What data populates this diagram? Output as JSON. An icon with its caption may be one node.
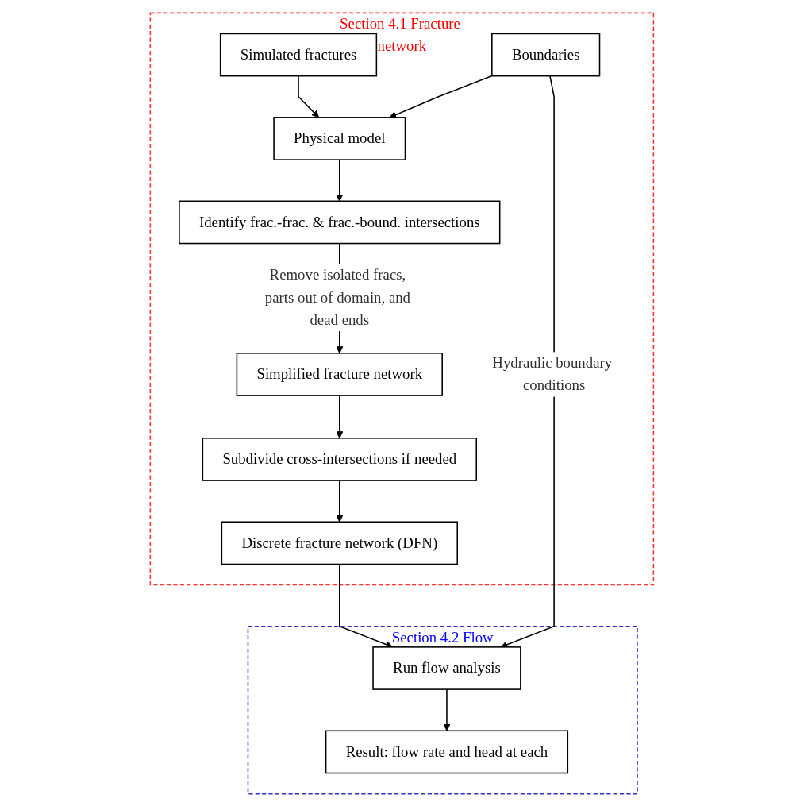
{
  "diagram": {
    "nodes": [
      {
        "text": [
          "Section 4.1 Fracture network"
        ]
      },
      {
        "text": [
          "Simulated fractures"
        ],
        "in": 0
      },
      {
        "text": [
          "Boundaries"
        ],
        "in": 0
      },
      {
        "text": [
          "Physical model"
        ],
        "in": 0
      },
      {
        "text": [
          "Identify frac.-frac. & frac.-bound. intersections"
        ],
        "in": 0
      },
      {
        "text": [
          "Simplified fracture network"
        ],
        "in": 0
      },
      {
        "text": [
          "Subdivide cross-intersections if needed"
        ],
        "in": 0
      },
      {
        "text": [
          "Discrete fracture network (DFN)"
        ],
        "in": 0
      },
      {
        "text": [
          "Section 4.2 Flow"
        ]
      },
      {
        "text": [
          "Run flow analysis"
        ],
        "in": 8
      },
      {
        "text": [
          "Result: flow rate and head at each"
        ],
        "in": 8
      }
    ],
    "edges": [
      {
        "from": 1,
        "to": 3,
        "arrow": "to"
      },
      {
        "from": 2,
        "to": 3,
        "arrow": "to"
      },
      {
        "from": 3,
        "to": 4,
        "arrow": "to"
      },
      {
        "from": 4,
        "to": 5,
        "arrow": "to",
        "label": "Remove isolated fracs, parts out of domain, and dead ends"
      },
      {
        "from": 5,
        "to": 6,
        "arrow": "to"
      },
      {
        "from": 6,
        "to": 7,
        "arrow": "to"
      },
      {
        "from": 7,
        "to": 9,
        "arrow": "to"
      },
      {
        "from": 2,
        "to": 9,
        "arrow": "to",
        "label": "Hydraulic boundary conditions"
      },
      {
        "from": 9,
        "to": 10,
        "arrow": "to"
      }
    ]
  }
}
